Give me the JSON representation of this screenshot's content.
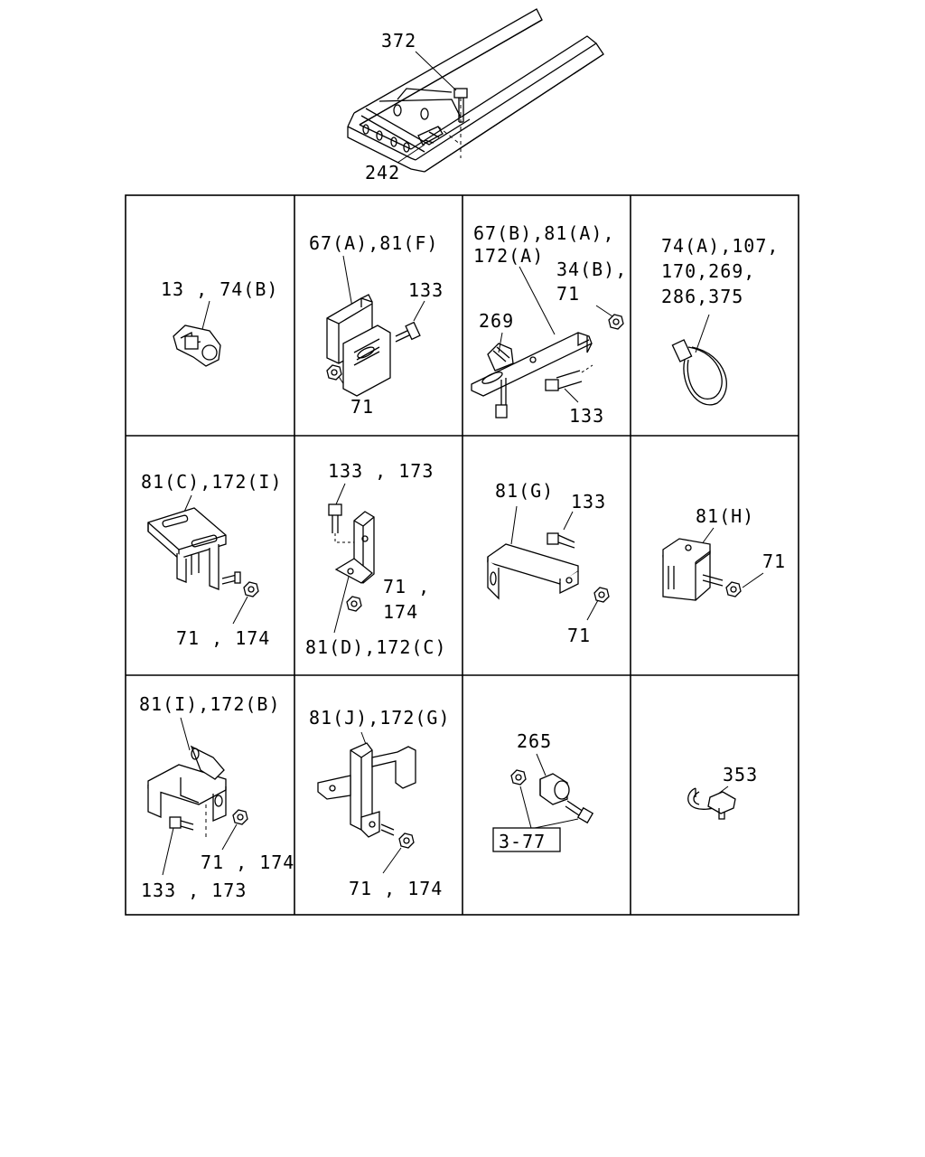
{
  "top_assembly": {
    "callouts": [
      "372",
      "242"
    ]
  },
  "cells": [
    {
      "id": "r1c1",
      "labels": [
        "13 , 74(B)"
      ]
    },
    {
      "id": "r1c2",
      "labels": [
        "67(A),81(F)",
        "133",
        "71"
      ]
    },
    {
      "id": "r1c3",
      "labels": [
        "67(B),81(A),",
        "172(A)",
        "34(B),",
        "71",
        "269",
        "133"
      ]
    },
    {
      "id": "r1c4",
      "labels": [
        "74(A),107,",
        "170,269,",
        "286,375"
      ]
    },
    {
      "id": "r2c1",
      "labels": [
        "81(C),172(I)",
        "71 , 174"
      ]
    },
    {
      "id": "r2c2",
      "labels": [
        "133 , 173",
        "71 ,",
        "174",
        "81(D),172(C)"
      ]
    },
    {
      "id": "r2c3",
      "labels": [
        "81(G)",
        "133",
        "71"
      ]
    },
    {
      "id": "r2c4",
      "labels": [
        "81(H)",
        "71"
      ]
    },
    {
      "id": "r3c1",
      "labels": [
        "81(I),172(B)",
        "71 , 174",
        "133 , 173"
      ]
    },
    {
      "id": "r3c2",
      "labels": [
        "81(J),172(G)",
        "71 , 174"
      ]
    },
    {
      "id": "r3c3",
      "labels": [
        "265",
        "3-77"
      ]
    },
    {
      "id": "r3c4",
      "labels": [
        "353"
      ]
    }
  ]
}
